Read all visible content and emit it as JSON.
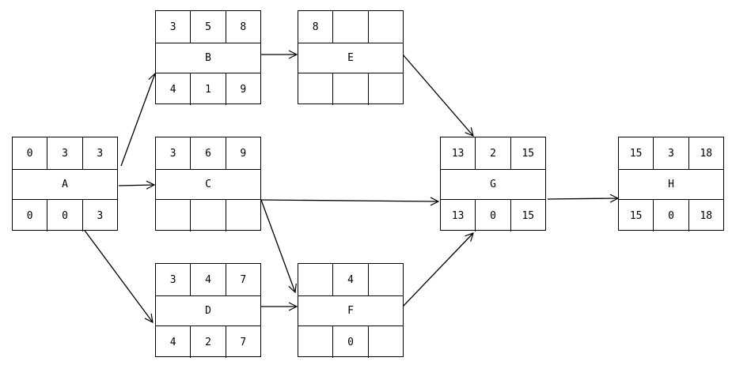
{
  "nodes": {
    "A": {
      "name": "A",
      "es": "0",
      "dur": "3",
      "ef": "3",
      "ls": "0",
      "tf": "0",
      "lf": "3"
    },
    "B": {
      "name": "B",
      "es": "3",
      "dur": "5",
      "ef": "8",
      "ls": "4",
      "tf": "1",
      "lf": "9"
    },
    "C": {
      "name": "C",
      "es": "3",
      "dur": "6",
      "ef": "9",
      "ls": "",
      "tf": "",
      "lf": ""
    },
    "D": {
      "name": "D",
      "es": "3",
      "dur": "4",
      "ef": "7",
      "ls": "4",
      "tf": "2",
      "lf": "7"
    },
    "E": {
      "name": "E",
      "es": "8",
      "dur": "",
      "ef": "",
      "ls": "",
      "tf": "",
      "lf": ""
    },
    "F": {
      "name": "F",
      "es": "",
      "dur": "4",
      "ef": "",
      "ls": "",
      "tf": "0",
      "lf": ""
    },
    "G": {
      "name": "G",
      "es": "13",
      "dur": "2",
      "ef": "15",
      "ls": "13",
      "tf": "0",
      "lf": "15"
    },
    "H": {
      "name": "H",
      "es": "15",
      "dur": "3",
      "ef": "18",
      "ls": "15",
      "tf": "0",
      "lf": "18"
    }
  },
  "edges": [
    {
      "from": "A",
      "to": "B"
    },
    {
      "from": "A",
      "to": "C"
    },
    {
      "from": "A",
      "to": "D"
    },
    {
      "from": "B",
      "to": "E"
    },
    {
      "from": "C",
      "to": "G"
    },
    {
      "from": "C",
      "to": "F"
    },
    {
      "from": "D",
      "to": "F"
    },
    {
      "from": "E",
      "to": "G"
    },
    {
      "from": "F",
      "to": "G"
    },
    {
      "from": "G",
      "to": "H"
    }
  ],
  "colors": {
    "line": "#000000",
    "background": "#ffffff"
  }
}
